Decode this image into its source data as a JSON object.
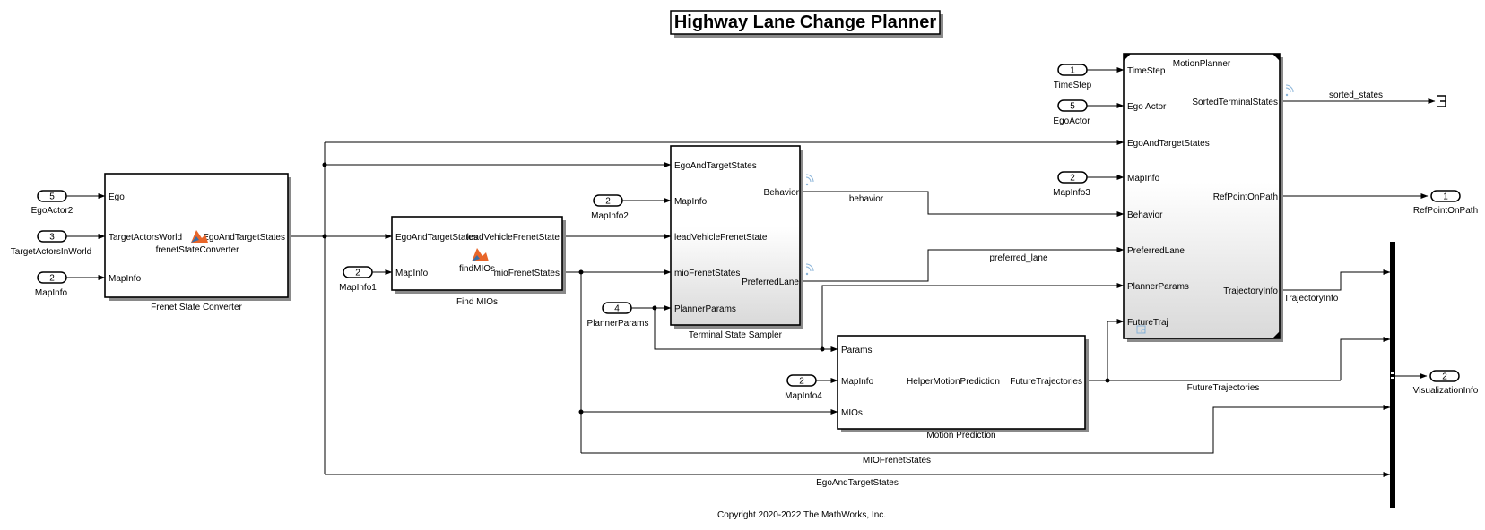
{
  "title": "Highway Lane Change Planner",
  "copyright": "Copyright 2020-2022 The MathWorks, Inc.",
  "colors": {
    "wire": "#000000",
    "shadow": "#8a8a8a",
    "gradient_end": "#d9d9d9",
    "matlab_icon": "#e8662a",
    "signal_icon": "#8ab4d8"
  },
  "inports": [
    {
      "id": "egoactor2",
      "num": "5",
      "name": "EgoActor2"
    },
    {
      "id": "targetactorsinworld",
      "num": "3",
      "name": "TargetActorsInWorld"
    },
    {
      "id": "mapinfo",
      "num": "2",
      "name": "MapInfo"
    },
    {
      "id": "mapinfo1",
      "num": "2",
      "name": "MapInfo1"
    },
    {
      "id": "mapinfo2",
      "num": "2",
      "name": "MapInfo2"
    },
    {
      "id": "plannerparams",
      "num": "4",
      "name": "PlannerParams"
    },
    {
      "id": "timestep",
      "num": "1",
      "name": "TimeStep"
    },
    {
      "id": "egoactor",
      "num": "5",
      "name": "EgoActor"
    },
    {
      "id": "mapinfo3",
      "num": "2",
      "name": "MapInfo3"
    },
    {
      "id": "mapinfo4",
      "num": "2",
      "name": "MapInfo4"
    }
  ],
  "outports": [
    {
      "id": "refpointonpath",
      "num": "1",
      "name": "RefPointOnPath"
    },
    {
      "id": "visualizationinfo",
      "num": "2",
      "name": "VisualizationInfo"
    }
  ],
  "blocks": {
    "frenet": {
      "name": "Frenet State Converter",
      "function": "frenetStateConverter",
      "inputs": [
        "Ego",
        "TargetActorsWorld",
        "MapInfo"
      ],
      "outputs": [
        "EgoAndTargetStates"
      ]
    },
    "findmios": {
      "name": "Find MIOs",
      "function": "findMIOs",
      "inputs": [
        "EgoAndTargetStates",
        "MapInfo"
      ],
      "outputs": [
        "leadVehicleFrenetState",
        "mioFrenetStates"
      ]
    },
    "sampler": {
      "name": "Terminal State Sampler",
      "inputs": [
        "EgoAndTargetStates",
        "MapInfo",
        "leadVehicleFrenetState",
        "mioFrenetStates",
        "PlannerParams"
      ],
      "outputs": [
        "Behavior",
        "PreferredLane"
      ]
    },
    "motionplanner": {
      "name": "MotionPlanner",
      "inputs": [
        "TimeStep",
        "Ego Actor",
        "EgoAndTargetStates",
        "MapInfo",
        "Behavior",
        "PreferredLane",
        "PlannerParams",
        "FutureTraj"
      ],
      "outputs": [
        "SortedTerminalStates",
        "RefPointOnPath",
        "TrajectoryInfo"
      ]
    },
    "motionprediction": {
      "name": "Motion Prediction",
      "function": "HelperMotionPrediction",
      "inputs": [
        "Params",
        "MapInfo",
        "MIOs"
      ],
      "outputs": [
        "FutureTrajectories"
      ]
    }
  },
  "signals": {
    "sorted_states": "sorted_states",
    "behavior": "behavior",
    "preferred_lane": "preferred_lane",
    "trajectoryinfo": "TrajectoryInfo",
    "futuretrajectories": "FutureTrajectories",
    "miofrenetstates": "MIOFrenetStates",
    "egoandtargetstates": "EgoAndTargetStates"
  },
  "icons": [
    "matlab-function-icon",
    "signal-logging-icon",
    "terminator-icon",
    "bus-creator"
  ]
}
